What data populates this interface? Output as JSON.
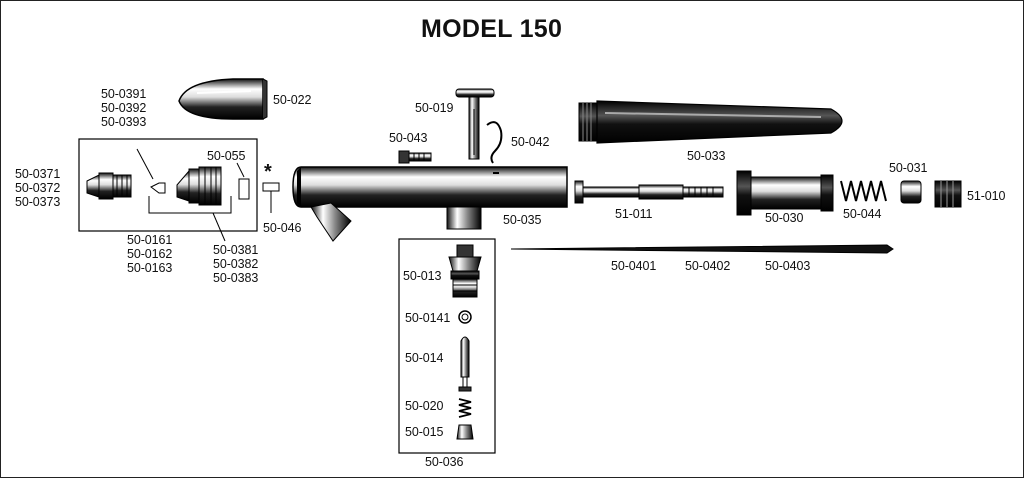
{
  "title": "MODEL 150",
  "star": "*",
  "labels": {
    "p50_022": "50-022",
    "p50_0391": "50-0391",
    "p50_0392": "50-0392",
    "p50_0393": "50-0393",
    "p50_019": "50-019",
    "p50_042": "50-042",
    "p50_043": "50-043",
    "p50_055": "50-055",
    "p50_0371": "50-0371",
    "p50_0372": "50-0372",
    "p50_0373": "50-0373",
    "p50_033": "50-033",
    "p50_031": "50-031",
    "p51_010": "51-010",
    "p50_046": "50-046",
    "p50_035": "50-035",
    "p51_011": "51-011",
    "p50_030": "50-030",
    "p50_044": "50-044",
    "p50_0161": "50-0161",
    "p50_0162": "50-0162",
    "p50_0163": "50-0163",
    "p50_0381": "50-0381",
    "p50_0382": "50-0382",
    "p50_0383": "50-0383",
    "p50_0401": "50-0401",
    "p50_0402": "50-0402",
    "p50_0403": "50-0403",
    "p50_013": "50-013",
    "p50_0141": "50-0141",
    "p50_014": "50-014",
    "p50_020": "50-020",
    "p50_015": "50-015",
    "p50_036": "50-036"
  }
}
